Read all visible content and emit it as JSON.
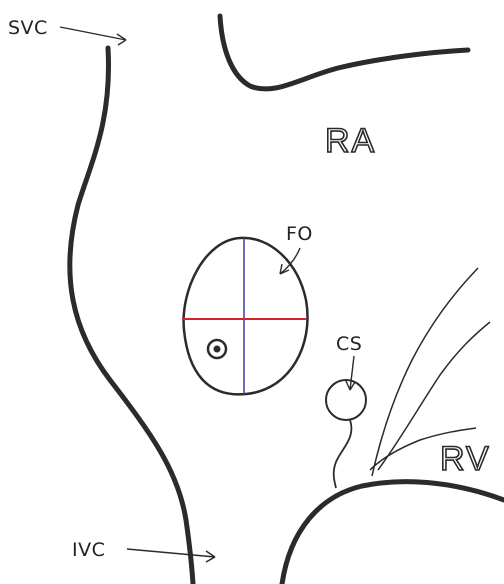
{
  "labels": {
    "svc": "SVC",
    "ra": "RA",
    "fo": "FO",
    "cs": "CS",
    "rv": "RV",
    "ivc": "IVC"
  },
  "colors": {
    "outline": "#2b2b2b",
    "vertical_axis": "#3a3aa8",
    "horizontal_axis": "#d2222e",
    "background": "#ffffff"
  }
}
